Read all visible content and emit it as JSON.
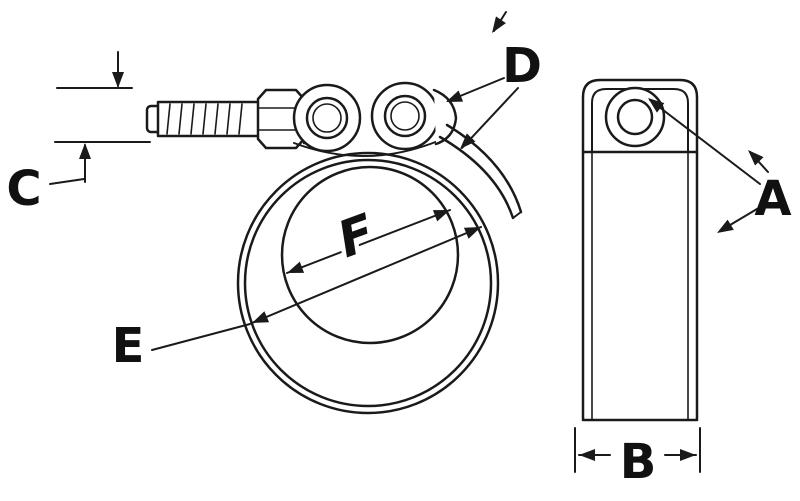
{
  "diagram": {
    "labels": {
      "a": "A",
      "b": "B",
      "c": "C",
      "d": "D",
      "e": "E",
      "f": "F"
    },
    "colors": {
      "line": "#1a1a1a",
      "background": "#ffffff"
    }
  }
}
